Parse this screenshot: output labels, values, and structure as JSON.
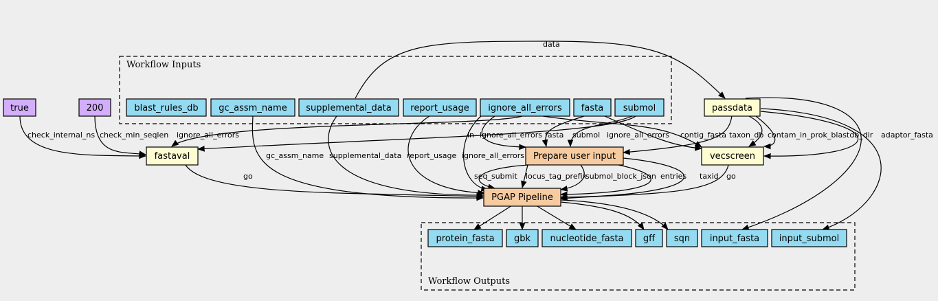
{
  "colors": {
    "input": "#94dbf1",
    "constant": "#d3aefb",
    "step": "#f6cba0",
    "tool": "#fdfdd1",
    "output": "#94dbf1"
  },
  "clusters": {
    "inputs": "Workflow Inputs",
    "outputs": "Workflow Outputs"
  },
  "nodes": {
    "const_true": "true",
    "const_200": "200",
    "blast_rules_db": "blast_rules_db",
    "gc_assm_name": "gc_assm_name",
    "supplemental_data": "supplemental_data",
    "report_usage": "report_usage",
    "ignore_all_errors": "ignore_all_errors",
    "fasta": "fasta",
    "submol": "submol",
    "passdata": "passdata",
    "fastaval": "fastaval",
    "prepare_user_input": "Prepare user input",
    "vecscreen": "vecscreen",
    "pgap_pipeline": "PGAP Pipeline",
    "protein_fasta": "protein_fasta",
    "gbk": "gbk",
    "nucleotide_fasta": "nucleotide_fasta",
    "gff": "gff",
    "sqn": "sqn",
    "input_fasta": "input_fasta",
    "input_submol": "input_submol"
  },
  "edge_labels": {
    "data": "data",
    "check_internal_ns": "check_internal_ns",
    "check_min_seqlen": "check_min_seqlen",
    "ignore_all_errors_fastaval": "ignore_all_errors",
    "in": "in",
    "ignore_all_errors_prepare": "ignore_all_errors",
    "fasta": "fasta",
    "submol": "submol",
    "ignore_all_errors_vec": "ignore_all_errors",
    "contig_fasta": "contig_fasta",
    "taxon_db": "taxon_db",
    "contam_in_prok_blastdb_dir": "contam_in_prok_blastdb_dir",
    "adaptor_fasta": "adaptor_fasta",
    "gc_assm_name": "gc_assm_name",
    "supplemental_data": "supplemental_data",
    "report_usage": "report_usage",
    "ignore_all_errors_pgap": "ignore_all_errors",
    "go_fastaval": "go",
    "seq_submit": "seq_submit",
    "locus_tag_prefix": "locus_tag_prefix",
    "submol_block_json": "submol_block_json",
    "entries": "entries",
    "taxid": "taxid",
    "go_vec": "go"
  }
}
